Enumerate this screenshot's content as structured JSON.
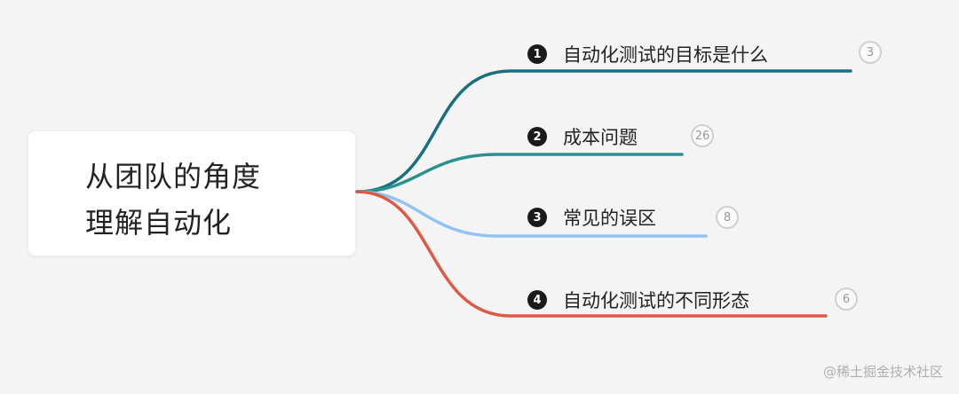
{
  "root": {
    "line1": "从团队的角度",
    "line2": "理解自动化"
  },
  "branches": [
    {
      "number": "1",
      "label": "自动化测试的目标是什么",
      "count": "3",
      "color": "#17707e"
    },
    {
      "number": "2",
      "label": "成本问题",
      "count": "26",
      "color": "#2a9191"
    },
    {
      "number": "3",
      "label": "常见的误区",
      "count": "8",
      "color": "#90c4f4"
    },
    {
      "number": "4",
      "label": "自动化测试的不同形态",
      "count": "6",
      "color": "#dd5a46"
    }
  ],
  "watermark": "@稀土掘金技术社区"
}
